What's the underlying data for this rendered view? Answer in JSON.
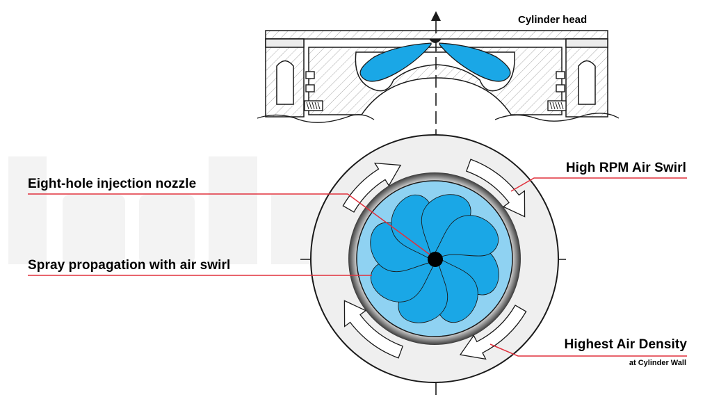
{
  "labels": {
    "cylinder_head": "Cylinder head",
    "nozzle": "Eight-hole injection nozzle",
    "spray": "Spray propagation with air swirl",
    "swirl": "High RPM Air Swirl",
    "density": "Highest Air Density",
    "density_sub": "at Cylinder Wall"
  },
  "colors": {
    "spray": "#1aa7e6",
    "spray_light": "#8fd2f2",
    "leader": "#e0303c",
    "outline": "#1a1a1a",
    "ring": "#efefef",
    "hatch": "#a8a8a8",
    "watermark": "#f3f3f3"
  },
  "icons": {
    "axis_arrow": "up-arrow-icon",
    "swirl_arrows": "curved-arrow-icon"
  }
}
